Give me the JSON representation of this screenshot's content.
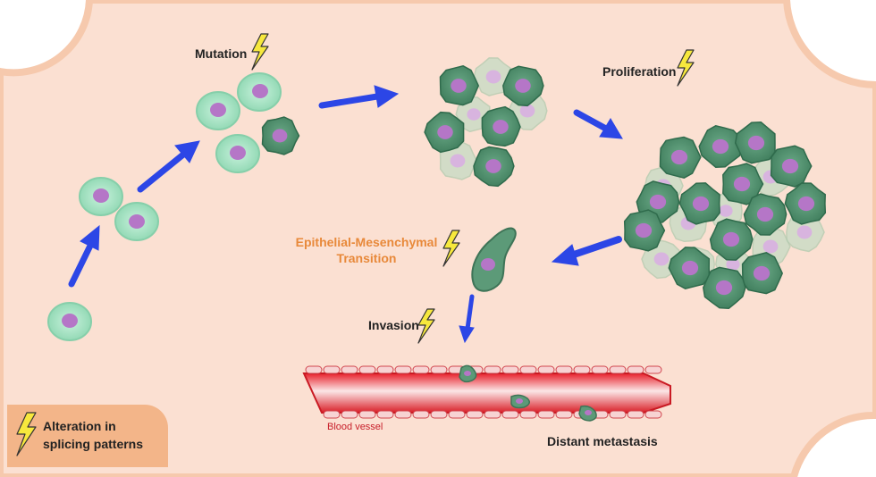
{
  "labels": {
    "mutation": "Mutation",
    "proliferation": "Proliferation",
    "emt_line1": "Epithelial-Mesenchymal",
    "emt_line2": "Transition",
    "invasion": "Invasion",
    "blood_vessel": "Blood vessel",
    "metastasis": "Distant metastasis"
  },
  "legend": {
    "line1": "Alteration in",
    "line2": "splicing patterns"
  },
  "icons": {
    "event": "lightning-bolt-icon",
    "step": "arrow-icon"
  },
  "colors": {
    "background": "#fbe0d2",
    "border": "#f6c9ad",
    "legend_box": "#f3b589",
    "arrow": "#2c46e6",
    "healthy_cell": "#a6e3c4",
    "mutant_cell": "#4c8f6a",
    "nucleus": "#b576c7",
    "bolt": "#f7e83d",
    "vessel": "#e8202b",
    "emt_text": "#e8893a",
    "vessel_text": "#c8202b"
  }
}
